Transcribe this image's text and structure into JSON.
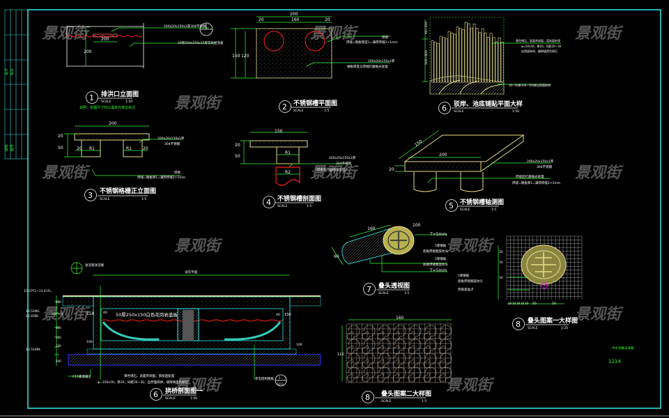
{
  "watermark": "景观街",
  "colors": {
    "frame": "#33dddd",
    "dimension": "#33ff33",
    "outline": "#e8e08a",
    "water": "#ff2222"
  },
  "title_block": {
    "cells": [
      "设计",
      "校对",
      "审核",
      "图号"
    ]
  },
  "drawings": [
    {
      "id": "d1",
      "number": "1",
      "title": "排洪口立面图",
      "scale_label": "SCALE",
      "scale": "1:10",
      "note": "说明：本图尺寸均以毫米为单位标注",
      "dims": [
        "200",
        "200",
        "200"
      ],
      "callouts": [
        "200x20x150x1厚304不锈钢",
        "50厚250x150x15厚花岗岩盖板"
      ]
    },
    {
      "id": "d2",
      "number": "2",
      "title": "不锈钢槽平面图",
      "scale_label": "SCALE",
      "scale": "1:5",
      "dims": [
        "200",
        "20",
        "160",
        "20",
        "150",
        "120"
      ],
      "callouts": [
        "焊接",
        "焊缝=钢板厚度1=满焊焊缝2+1mm",
        "200x20x150x1厚",
        "钢板厚度与焊缝打磨抛光处理"
      ]
    },
    {
      "id": "d3",
      "number": "3",
      "title": "不锈钢格栅正立面图",
      "scale_label": "SCALE",
      "scale": "1:5",
      "dims": [
        "200",
        "20",
        "50",
        "20",
        "R1",
        "R1",
        "20"
      ],
      "callouts": [
        "200x20x150x1厚",
        "304不锈钢",
        "焊接",
        "焊缝=钢板厚1=满焊焊缝2+1mm"
      ]
    },
    {
      "id": "d4",
      "number": "4",
      "title": "不锈钢槽剖面图",
      "scale_label": "SCALE",
      "scale": "1:5",
      "dims": [
        "150",
        "20",
        "50",
        "R1",
        "R2"
      ],
      "callouts": [
        "200x20x150x1厚",
        "304不锈钢",
        "(焊接后打磨抛光处理)"
      ]
    },
    {
      "id": "d5",
      "number": "5",
      "title": "不锈钢槽轴测图",
      "scale_label": "SCALE",
      "scale": "1:5",
      "dims": [
        "150",
        "200",
        "20"
      ],
      "callouts": [
        "200x20x150x1厚",
        "304不锈钢",
        "焊接后打磨抛光处理",
        "焊缝=钢板厚1=满焊焊缝2+1mm"
      ]
    },
    {
      "id": "d6",
      "number": "6",
      "title": "驳岸、池底铺贴平面大样",
      "scale_label": "SCALE",
      "scale": "1:50",
      "dims": [
        "40~200",
        "500~800"
      ],
      "callouts": [
        "黄色锈石，表面斧剁面，荔枝面处理",
        "φ=50x50，厚20，间距20~30",
        "自然面碎拼，缝隙填黑色卵石",
        "30~50厚300~500厚自然面碎拼"
      ]
    },
    {
      "id": "d7",
      "number": "7",
      "title": "叠头透视图",
      "scale_label": "SCALE",
      "scale": "1:5",
      "dims": [
        "160",
        "100",
        "60"
      ],
      "callouts": [
        "T=5mm",
        "5厚钢板",
        "底板焊接图案纹头",
        "5厚钢板",
        "底板焊接图案纹头",
        "T=5mm"
      ]
    },
    {
      "id": "d8",
      "number": "8",
      "title": "叠头图案一大样图",
      "scale_label": "SCALE",
      "scale": "1:20",
      "dims": [
        "20",
        "50",
        "50",
        "10",
        "10",
        "10",
        "10",
        "10",
        "50",
        "50"
      ],
      "callouts": [
        "5厚钢板",
        "底板焊接图案纹头",
        "焊接基准点"
      ]
    },
    {
      "id": "d9",
      "number": "8",
      "title": "叠头图案二大样图",
      "scale_label": "SCALE",
      "scale": "1:5",
      "dims": [
        "160",
        "110"
      ]
    },
    {
      "id": "d10",
      "number": "6",
      "title": "拱桥剖面图一",
      "scale_label": "SCALE",
      "scale": "1:50",
      "dims": [
        "详见平面",
        "150",
        "40",
        "150",
        "40",
        "100",
        "100",
        "200",
        "150~250",
        "300",
        "150",
        "100",
        "200"
      ],
      "levels": [
        "13.07FL~13.41FL",
        "13.52WL",
        "13.45BL",
        "13.510BL"
      ],
      "callouts": [
        "溢流管详见图",
        "50厚250x150白色花岗岩盖板",
        "C15素混凝土",
        "黄色锈石，表面斧剁面，荔枝面处理",
        "φ=350x50，厚20，间距20~30，自然面碎拼，缝隙填黑色卵石",
        "参见结构图纸",
        "5",
        "1211"
      ]
    }
  ],
  "sheet": {
    "note": "中水池做法详图",
    "number": "1214"
  }
}
